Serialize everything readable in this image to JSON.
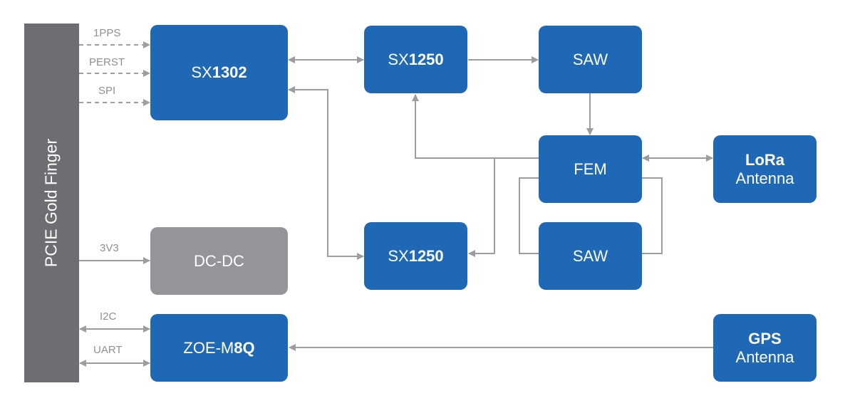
{
  "finger": {
    "label": "PCIE Gold Finger"
  },
  "signals": {
    "pps": "1PPS",
    "perst": "PERST",
    "spi": "SPI",
    "v33": "3V3",
    "i2c": "I2C",
    "uart": "UART"
  },
  "blocks": {
    "sx1302": {
      "prefix": "SX",
      "num": "1302"
    },
    "sx1250_top": {
      "prefix": "SX",
      "num": "1250"
    },
    "sx1250_bottom": {
      "prefix": "SX",
      "num": "1250"
    },
    "saw_top": {
      "label": "SAW"
    },
    "saw_bottom": {
      "label": "SAW"
    },
    "fem": {
      "label": "FEM"
    },
    "lora_antenna": {
      "line1": "LoRa",
      "line2": "Antenna"
    },
    "dcdc": {
      "label": "DC-DC"
    },
    "zoe": {
      "prefix": "ZOE-M",
      "num": "8Q"
    },
    "gps_antenna": {
      "line1": "GPS",
      "line2": "Antenna"
    }
  },
  "colors": {
    "block_blue": "#1f68b5",
    "block_gray": "#949599",
    "finger_gray": "#6d6e71",
    "connector": "#9c9da1"
  }
}
